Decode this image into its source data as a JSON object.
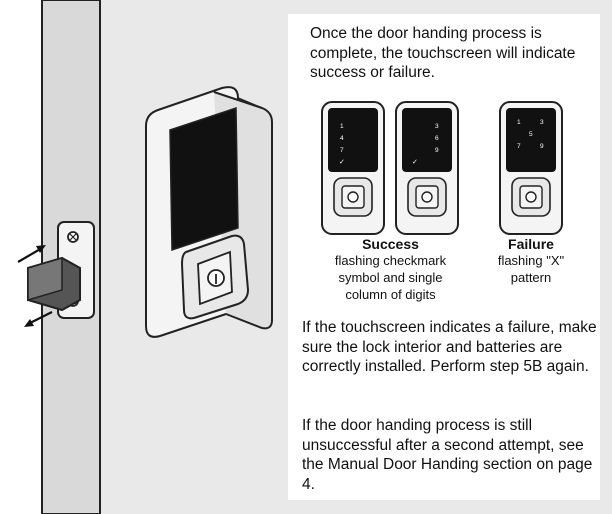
{
  "intro": "Once the door handing process is complete, the touchscreen will indicate success or failure.",
  "success": {
    "heading": "Success",
    "caption": "flashing checkmark symbol and single column of digits",
    "keypad_left_digits": [
      "1",
      "4",
      "7"
    ],
    "keypad_right_digits": [
      "3",
      "6",
      "9"
    ],
    "check_symbol": "✓"
  },
  "failure": {
    "heading": "Failure",
    "caption": "flashing \"X\" pattern",
    "keypad_digits": [
      "1",
      "3",
      "5",
      "7",
      "9"
    ]
  },
  "paragraph_failure": "If the touchscreen indicates a failure, make sure the lock interior and batteries are correctly installed. Perform step 5B again.",
  "paragraph_unsuccessful": "If the door handing process is still unsuccessful after a second attempt, see the Manual Door Handing section on page 4.",
  "colors": {
    "background": "#ffffff",
    "gray_area": "#e9e9e9",
    "screen": "#111111",
    "outline": "#222222",
    "lock_body": "#f4f4f4"
  }
}
